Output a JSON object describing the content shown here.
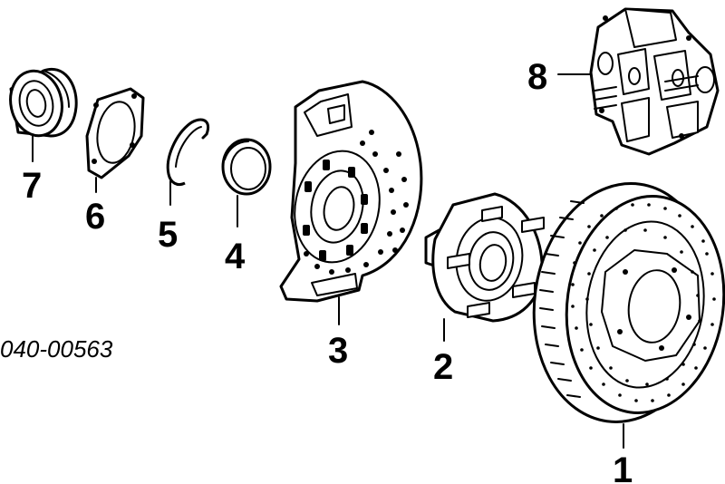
{
  "diagram": {
    "code": "040-00563",
    "callouts": [
      {
        "id": "1",
        "label": "1"
      },
      {
        "id": "2",
        "label": "2"
      },
      {
        "id": "3",
        "label": "3"
      },
      {
        "id": "4",
        "label": "4"
      },
      {
        "id": "5",
        "label": "5"
      },
      {
        "id": "6",
        "label": "6"
      },
      {
        "id": "7",
        "label": "7"
      },
      {
        "id": "8",
        "label": "8"
      }
    ]
  }
}
